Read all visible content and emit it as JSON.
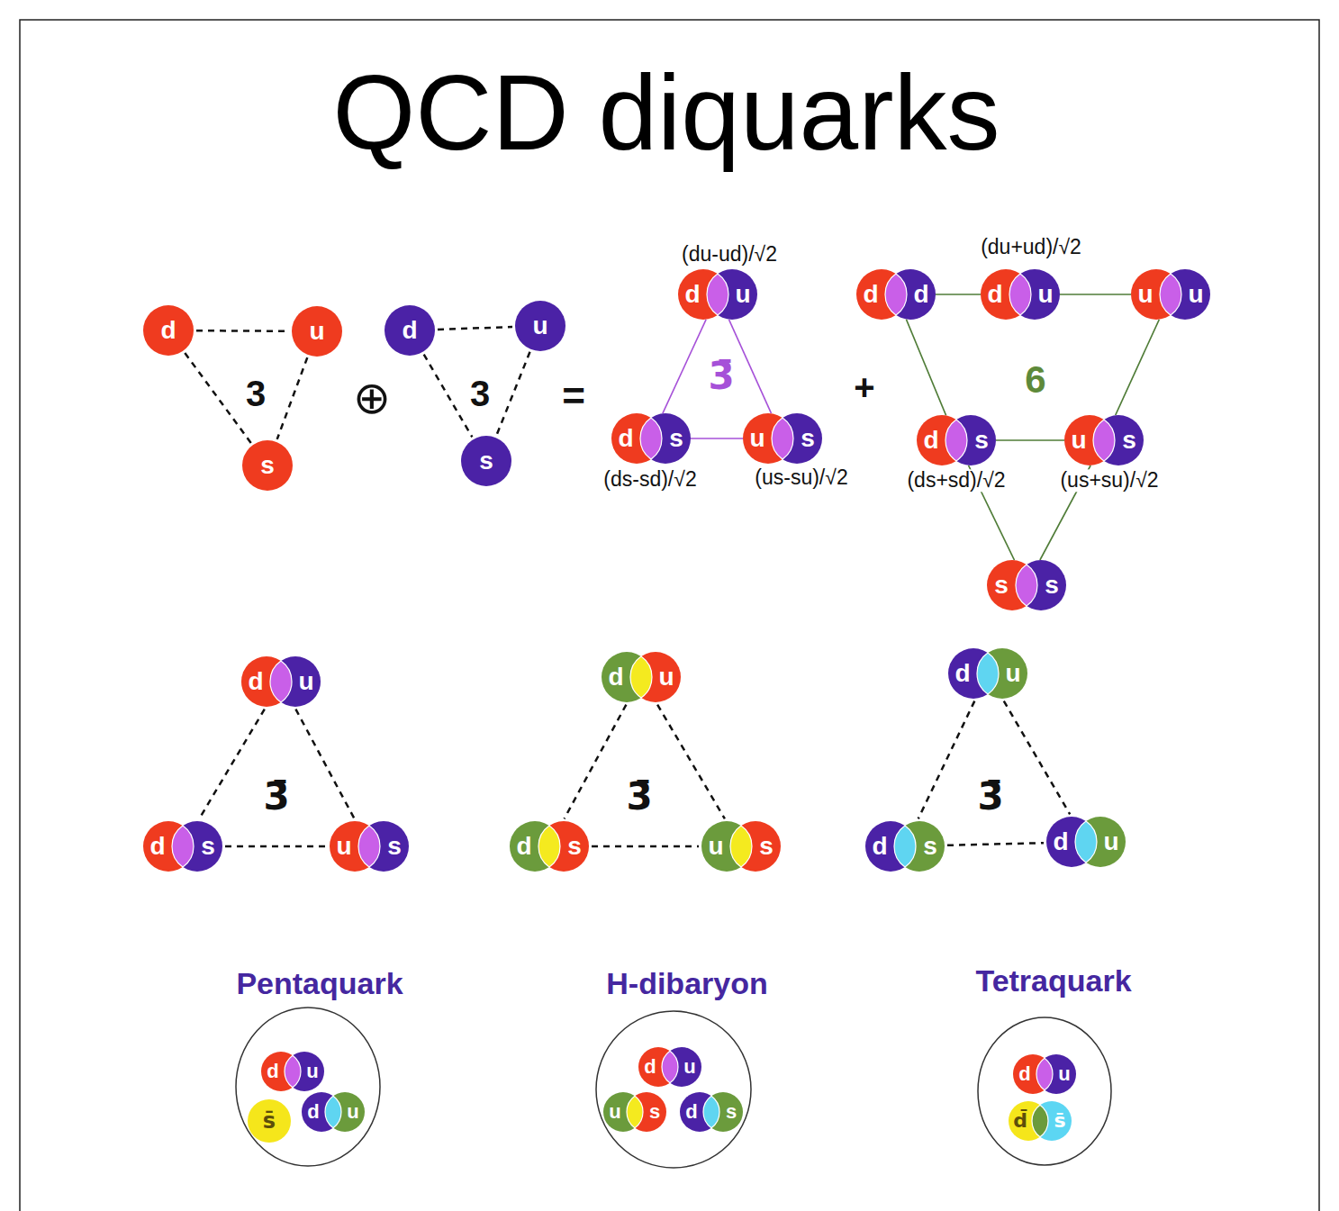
{
  "diagram": {
    "title": "QCD diquarks",
    "nodes": [
      {
        "text": [
          "d"
        ]
      },
      {
        "text": [
          "u"
        ]
      },
      {
        "text": [
          "s"
        ]
      },
      {
        "text": [
          "d"
        ]
      },
      {
        "text": [
          "u"
        ]
      },
      {
        "text": [
          "s"
        ]
      },
      {
        "text": [
          "d",
          "u"
        ]
      },
      {
        "text": [
          "d",
          "s"
        ]
      },
      {
        "text": [
          "u",
          "s"
        ]
      },
      {
        "text": [
          "d",
          "d"
        ]
      },
      {
        "text": [
          "d",
          "u"
        ]
      },
      {
        "text": [
          "u",
          "u"
        ]
      },
      {
        "text": [
          "d",
          "s"
        ]
      },
      {
        "text": [
          "u",
          "s"
        ]
      },
      {
        "text": [
          "s",
          "s"
        ]
      },
      {
        "text": [
          "d",
          "u"
        ]
      },
      {
        "text": [
          "d",
          "s"
        ]
      },
      {
        "text": [
          "u",
          "s"
        ]
      },
      {
        "text": [
          "d",
          "u"
        ]
      },
      {
        "text": [
          "d",
          "s"
        ]
      },
      {
        "text": [
          "u",
          "s"
        ]
      },
      {
        "text": [
          "d",
          "u"
        ]
      },
      {
        "text": [
          "d",
          "s"
        ]
      },
      {
        "text": [
          "d",
          "u"
        ]
      },
      {
        "text": []
      },
      {
        "text": [
          "d",
          "u"
        ],
        "in": 24
      },
      {
        "text": [
          "s̄"
        ],
        "in": 24
      },
      {
        "text": [
          "d",
          "u"
        ],
        "in": 24
      },
      {
        "text": []
      },
      {
        "text": [
          "d",
          "u"
        ],
        "in": 28
      },
      {
        "text": [
          "u",
          "s"
        ],
        "in": 28
      },
      {
        "text": [
          "d",
          "s"
        ],
        "in": 28
      },
      {
        "text": []
      },
      {
        "text": [
          "d",
          "u"
        ],
        "in": 32
      },
      {
        "text": [
          "d̄",
          "s̄"
        ],
        "in": 32
      }
    ],
    "edges": [
      {
        "from": 0,
        "to": 1,
        "arrow": "none"
      },
      {
        "from": 0,
        "to": 2,
        "arrow": "none"
      },
      {
        "from": 1,
        "to": 2,
        "arrow": "none"
      },
      {
        "from": 3,
        "to": 4,
        "arrow": "none"
      },
      {
        "from": 3,
        "to": 5,
        "arrow": "none"
      },
      {
        "from": 4,
        "to": 5,
        "arrow": "none"
      },
      {
        "from": 6,
        "to": 7,
        "arrow": "none"
      },
      {
        "from": 6,
        "to": 8,
        "arrow": "none"
      },
      {
        "from": 7,
        "to": 8,
        "arrow": "none"
      },
      {
        "from": 9,
        "to": 10,
        "arrow": "none"
      },
      {
        "from": 10,
        "to": 11,
        "arrow": "none"
      },
      {
        "from": 9,
        "to": 12,
        "arrow": "none"
      },
      {
        "from": 11,
        "to": 13,
        "arrow": "none"
      },
      {
        "from": 12,
        "to": 13,
        "arrow": "none"
      },
      {
        "from": 12,
        "to": 14,
        "arrow": "none"
      },
      {
        "from": 13,
        "to": 14,
        "arrow": "none"
      },
      {
        "from": 15,
        "to": 16,
        "arrow": "none"
      },
      {
        "from": 15,
        "to": 17,
        "arrow": "none"
      },
      {
        "from": 16,
        "to": 17,
        "arrow": "none"
      },
      {
        "from": 18,
        "to": 19,
        "arrow": "none"
      },
      {
        "from": 18,
        "to": 20,
        "arrow": "none"
      },
      {
        "from": 19,
        "to": 20,
        "arrow": "none"
      },
      {
        "from": 21,
        "to": 22,
        "arrow": "none"
      },
      {
        "from": 21,
        "to": 23,
        "arrow": "none"
      },
      {
        "from": 22,
        "to": 23,
        "arrow": "none"
      }
    ],
    "labels": [
      "3",
      "⊕",
      "3",
      "=",
      "(du-ud)/√2",
      "3̄",
      "(ds-sd)/√2",
      "(us-su)/√2",
      "+",
      "(du+ud)/√2",
      "6",
      "(ds+sd)/√2",
      "(us+su)/√2",
      "3̄",
      "3̄",
      "3̄",
      "Pentaquark",
      "H-dibaryon",
      "Tetraquark"
    ]
  }
}
